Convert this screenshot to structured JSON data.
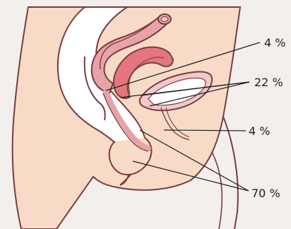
{
  "labels": {
    "top": "4 %",
    "upper_middle": "22 %",
    "middle": "4 %",
    "bottom": "70 %"
  },
  "colors": {
    "background": "#f3efec",
    "skin": "#f7dbc6",
    "outline": "#7a3a44",
    "pelvic_space": "#ffffff",
    "colon": "#e7a3a7",
    "uterus": "#e3777d",
    "bladder": "#f0c9cb",
    "leader_line": "#1f1f1f"
  }
}
